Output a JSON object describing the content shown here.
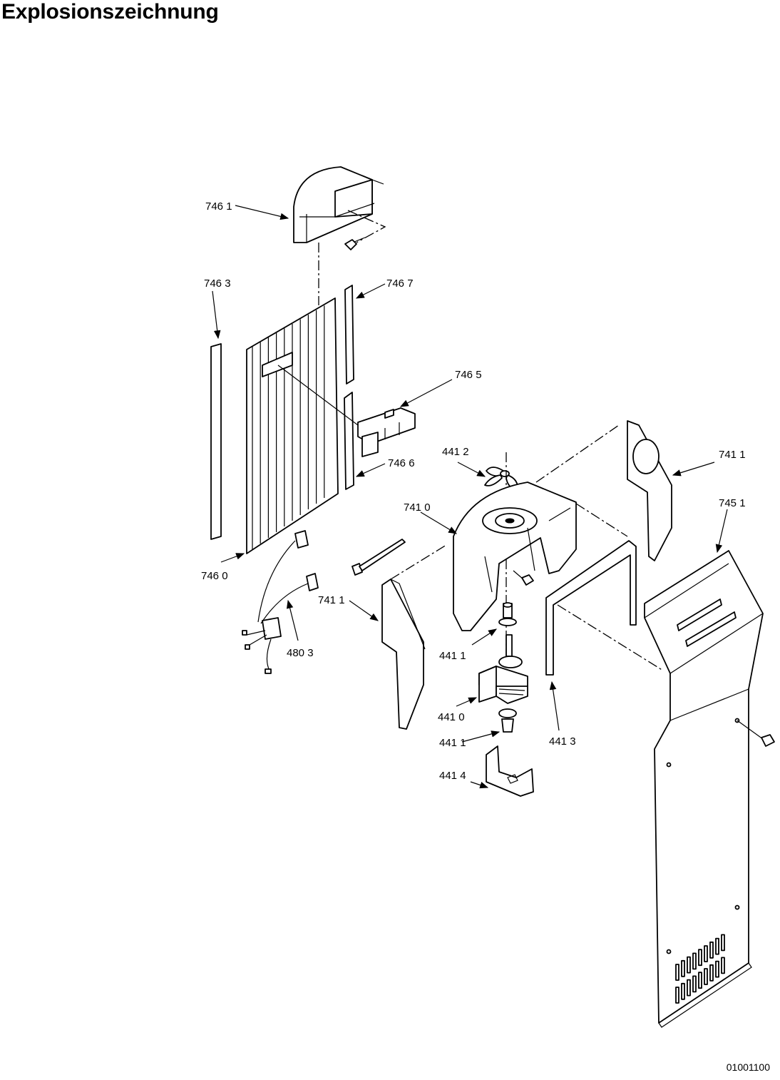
{
  "page": {
    "title": "Explosionszeichnung",
    "document_number": "01001100"
  },
  "labels": {
    "l7461": "746 1",
    "l7463": "746 3",
    "l7467": "746 7",
    "l7465": "746 5",
    "l4412": "441 2",
    "l7411a": "741 1",
    "l7466": "746 6",
    "l7410": "741 0",
    "l7451": "745 1",
    "l7460": "746  0",
    "l7411b": "741 1",
    "l4803": "480 3",
    "l4411a": "441 1",
    "l4410": "441 0",
    "l4411b": "441 1",
    "l4413": "441 3",
    "l4414": "441 4"
  }
}
